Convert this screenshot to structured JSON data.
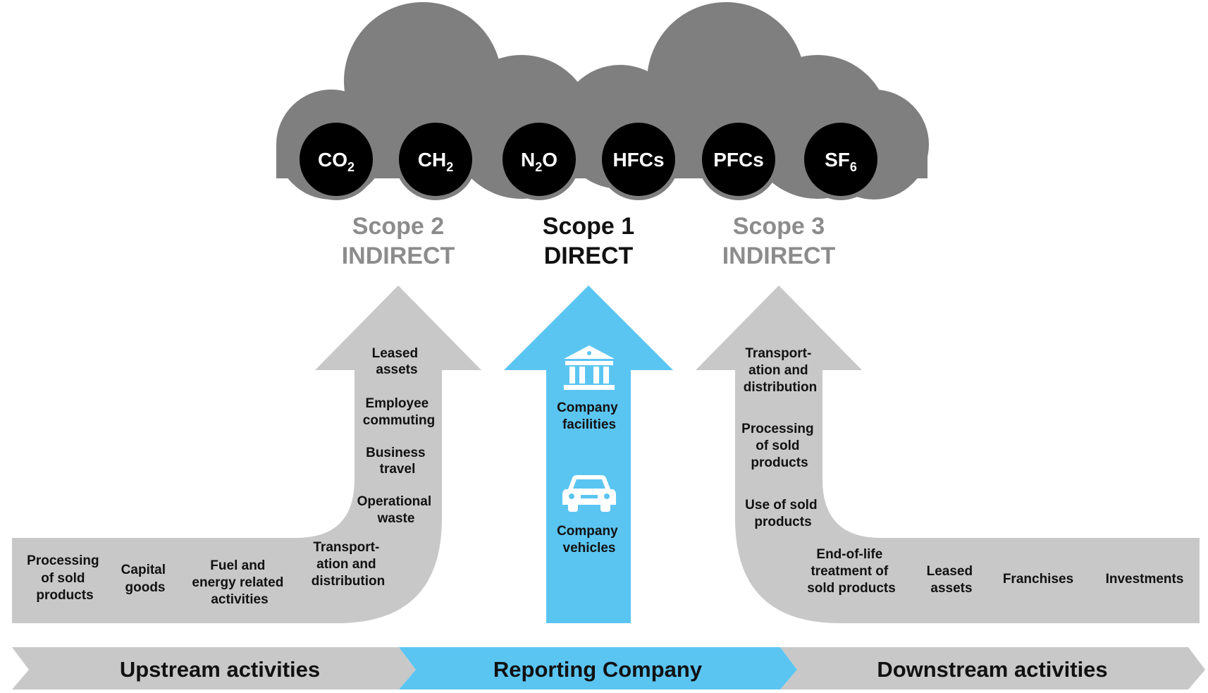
{
  "gases": [
    {
      "base": "CO",
      "sub": "2",
      "tail": ""
    },
    {
      "base": "CH",
      "sub": "2",
      "tail": ""
    },
    {
      "base": "N",
      "sub": "2",
      "tail": "O"
    },
    {
      "base": "HFCs",
      "sub": "",
      "tail": ""
    },
    {
      "base": "PFCs",
      "sub": "",
      "tail": ""
    },
    {
      "base": "SF",
      "sub": "6",
      "tail": ""
    }
  ],
  "scopes": {
    "scope2": {
      "title": "Scope 2",
      "type": "INDIRECT"
    },
    "scope1": {
      "title": "Scope 1",
      "type": "DIRECT"
    },
    "scope3": {
      "title": "Scope 3",
      "type": "INDIRECT"
    }
  },
  "upstream": {
    "vertical_items": [
      [
        "Leased",
        "assets"
      ],
      [
        "Employee",
        "commuting"
      ],
      [
        "Business",
        "travel"
      ],
      [
        "Operational",
        "waste"
      ]
    ],
    "horizontal_items": [
      [
        "Processing",
        "of sold",
        "products"
      ],
      [
        "Capital",
        "goods"
      ],
      [
        "Fuel and",
        "energy related",
        "activities"
      ],
      [
        "Transport-",
        "ation and",
        "distribution"
      ]
    ]
  },
  "direct": {
    "items": [
      {
        "icon": "bank-building-icon",
        "label": [
          "Company",
          "facilities"
        ]
      },
      {
        "icon": "car-icon",
        "label": [
          "Company",
          "vehicles"
        ]
      }
    ]
  },
  "downstream": {
    "vertical_items": [
      [
        "Transport-",
        "ation and",
        "distribution"
      ],
      [
        "Processing",
        "of sold",
        "products"
      ],
      [
        "Use of sold",
        "products"
      ]
    ],
    "horizontal_items": [
      [
        "End-of-life",
        "treatment of",
        "sold products"
      ],
      [
        "Leased",
        "assets"
      ],
      [
        "Franchises"
      ],
      [
        "Investments"
      ]
    ]
  },
  "bottom_bar": {
    "upstream": "Upstream activities",
    "reporting": "Reporting Company",
    "downstream": "Downstream activities"
  },
  "colors": {
    "cloud": "#7f7f7f",
    "gas_circle": "#000000",
    "arrow_gray": "#c8c8c8",
    "arrow_blue": "#5bc5f2",
    "text_gray": "#8c8c8c"
  }
}
